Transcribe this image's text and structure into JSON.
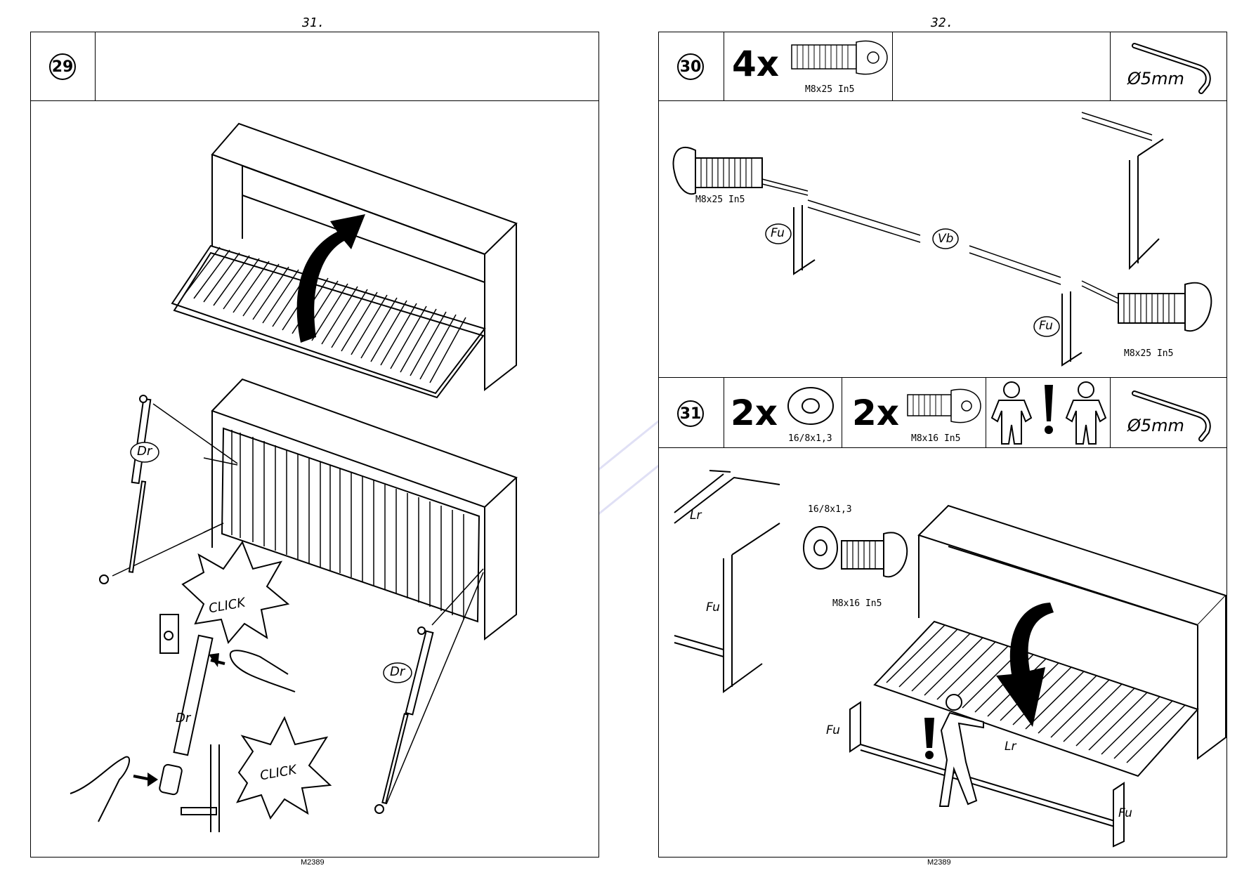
{
  "left_page": {
    "page_number": "31.",
    "footer": "M2389",
    "step": {
      "number": "29",
      "callouts": {
        "gas_spring_upper": "Dr",
        "gas_spring_right": "Dr",
        "gas_spring_detail": "Dr"
      },
      "click_labels": [
        "CLICK",
        "CLICK"
      ]
    }
  },
  "right_page": {
    "page_number": "32.",
    "footer": "M2389",
    "step_30": {
      "number": "30",
      "quantity": "4x",
      "part_code": "M8x25 In5",
      "tool": "Ø5mm",
      "labels": {
        "screw_left": "M8x25 In5",
        "screw_right": "M8x25 In5",
        "leg_left": "Fu",
        "bar": "Vb",
        "leg_right": "Fu"
      }
    },
    "step_31": {
      "number": "31",
      "washer_quantity": "2x",
      "washer_code": "16/8x1,3",
      "screw_quantity": "2x",
      "screw_code": "M8x16 In5",
      "tool": "Ø5mm",
      "labels": {
        "frame": "Lr",
        "washer": "16/8x1,3",
        "screw": "M8x16 In5",
        "leg_detail": "Fu",
        "leg_left": "Fu",
        "frame_bed": "Lr",
        "leg_right": "Fu"
      }
    }
  },
  "icons": {
    "two_person": "two-person-warning-icon",
    "hex_key": "hex-key-icon"
  }
}
